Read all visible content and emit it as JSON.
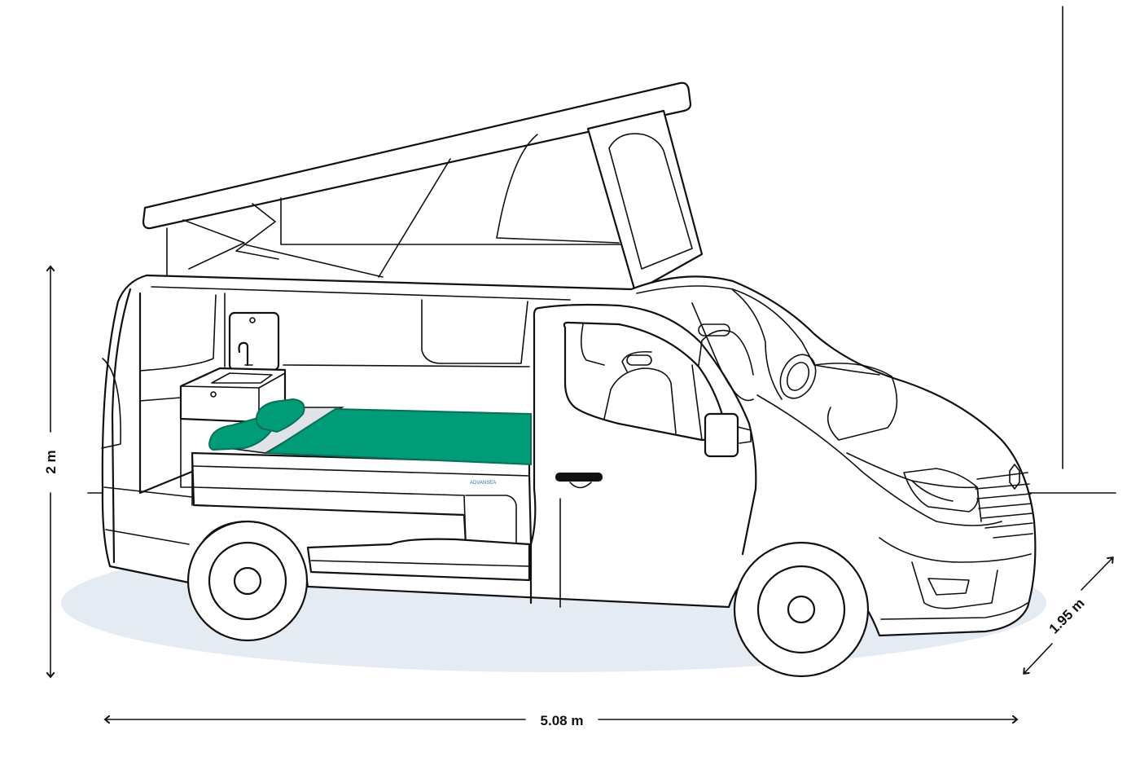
{
  "dimensions": {
    "height_label": "2 m",
    "length_label": "5.08 m",
    "width_label": "1.95 m"
  },
  "colors": {
    "outline": "#111111",
    "mattress": "#009b77",
    "mattress_edge": "#0a6f58",
    "ground_shadow": "#e4ebf3",
    "sheet": "#dfe3e8"
  }
}
